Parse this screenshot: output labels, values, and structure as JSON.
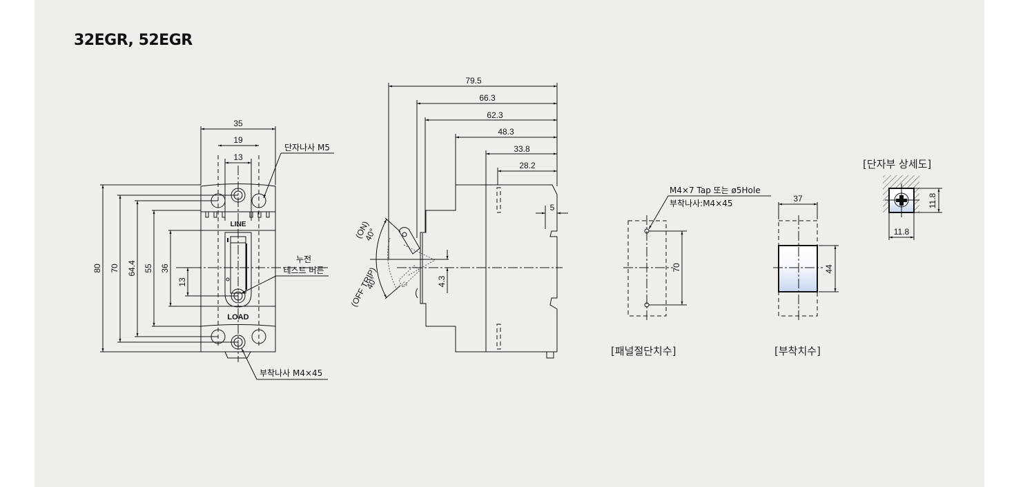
{
  "title": "32EGR, 52EGR",
  "colors": {
    "panel": "#efeeea",
    "body_fill_top": "#ffffff",
    "body_fill_bottom": "#c5d6ef",
    "line": "#111111"
  },
  "front_view": {
    "top_dims": [
      "35",
      "19",
      "13"
    ],
    "left_dims": [
      "80",
      "70",
      "64.4",
      "55",
      "36",
      "13"
    ],
    "terminal_screw_label": "단자나사 M5",
    "line_label": "LINE",
    "load_label": "LOAD",
    "test_button_label_line1": "누전",
    "test_button_label_line2": "테스트 버튼",
    "mount_screw_label": "부착나사 M4×45"
  },
  "side_view": {
    "top_dims": [
      "79.5",
      "66.3",
      "62.3",
      "48.3",
      "33.8",
      "28.2"
    ],
    "rail_dim": "5",
    "handle_offset_dim": "4.3",
    "on_label": "(ON)",
    "on_angle": "40°",
    "off_label": "(OFF TRIP)",
    "off_angle": "40°"
  },
  "panel_cutout": {
    "note_line1": "M4×7 Tap 또는 ø5Hole",
    "note_line2": "부착나사:M4×45",
    "dim": "70",
    "caption": "[패널절단치수]"
  },
  "mounting": {
    "width_dim": "37",
    "height_dim": "44",
    "caption": "[부착치수]"
  },
  "terminal_detail": {
    "caption": "[단자부 상세도]",
    "width_dim": "11.8",
    "height_dim": "11.8"
  }
}
